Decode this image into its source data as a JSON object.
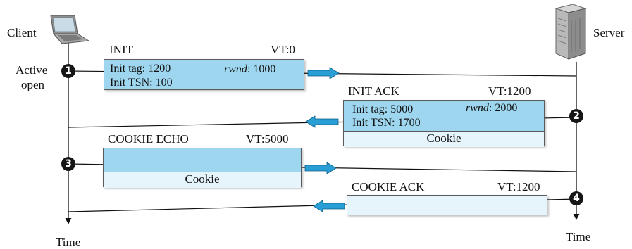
{
  "client": {
    "label": "Client",
    "action_line1": "Active",
    "action_line2": "open",
    "time_label": "Time"
  },
  "server": {
    "label": "Server",
    "time_label": "Time"
  },
  "steps": [
    "1",
    "2",
    "3",
    "4"
  ],
  "packets": {
    "init": {
      "name": "INIT",
      "vt": "VT:0",
      "init_tag": "Init tag: 1200",
      "rwnd_key": "rwnd",
      "rwnd_val": ": 1000",
      "init_tsn": "Init TSN: 100"
    },
    "init_ack": {
      "name": "INIT ACK",
      "vt": "VT:1200",
      "init_tag": "Init tag: 5000",
      "rwnd_key": "rwnd",
      "rwnd_val": ": 2000",
      "init_tsn": "Init TSN: 1700",
      "cookie": "Cookie"
    },
    "cookie_echo": {
      "name": "COOKIE ECHO",
      "vt": "VT:5000",
      "cookie": "Cookie"
    },
    "cookie_ack": {
      "name": "COOKIE ACK",
      "vt": "VT:1200"
    }
  },
  "colors": {
    "packet_fill": "#9fd6ef",
    "packet_light": "#e6f5fb",
    "arrow": "#2a9fd6",
    "badge": "#161616"
  }
}
